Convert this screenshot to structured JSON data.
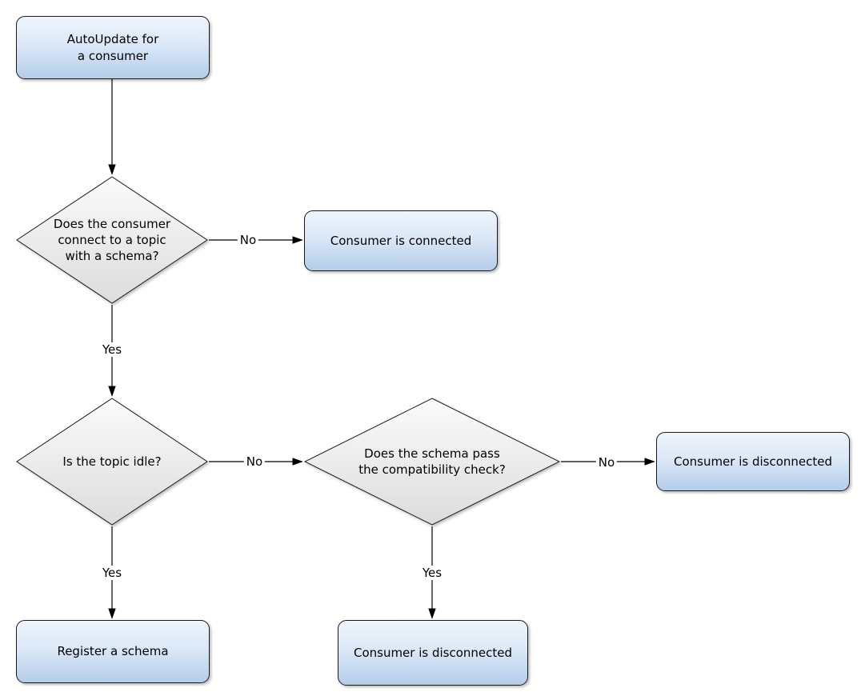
{
  "diagram": {
    "type": "flowchart",
    "background": "#ffffff",
    "colors": {
      "process_fill_top": "#eff5fc",
      "process_fill_bottom": "#b4cdea",
      "decision_fill_top": "#fbfbfb",
      "decision_fill_bottom": "#dcdcdc",
      "shape_border": "#1a1a1a",
      "connector": "#000000",
      "text": "#000000"
    },
    "nodes": {
      "start": {
        "type": "process",
        "label": "AutoUpdate for\na consumer"
      },
      "decision_connect_topic_schema": {
        "type": "decision",
        "label": "Does the consumer\nconnect to a topic\nwith a schema?"
      },
      "consumer_connected": {
        "type": "process",
        "label": "Consumer is connected"
      },
      "decision_topic_idle": {
        "type": "decision",
        "label": "Is the topic idle?"
      },
      "decision_compatibility_check": {
        "type": "decision",
        "label": "Does the schema pass\nthe compatibility check?"
      },
      "consumer_disconnected_right": {
        "type": "process",
        "label": "Consumer is disconnected"
      },
      "register_schema": {
        "type": "process",
        "label": "Register a schema"
      },
      "consumer_disconnected_bottom": {
        "type": "process",
        "label": "Consumer is disconnected"
      }
    },
    "edges": [
      {
        "from": "start",
        "to": "decision_connect_topic_schema",
        "label": ""
      },
      {
        "from": "decision_connect_topic_schema",
        "to": "consumer_connected",
        "label": "No"
      },
      {
        "from": "decision_connect_topic_schema",
        "to": "decision_topic_idle",
        "label": "Yes"
      },
      {
        "from": "decision_topic_idle",
        "to": "decision_compatibility_check",
        "label": "No"
      },
      {
        "from": "decision_compatibility_check",
        "to": "consumer_disconnected_right",
        "label": "No"
      },
      {
        "from": "decision_topic_idle",
        "to": "register_schema",
        "label": "Yes"
      },
      {
        "from": "decision_compatibility_check",
        "to": "consumer_disconnected_bottom",
        "label": "Yes"
      }
    ]
  }
}
